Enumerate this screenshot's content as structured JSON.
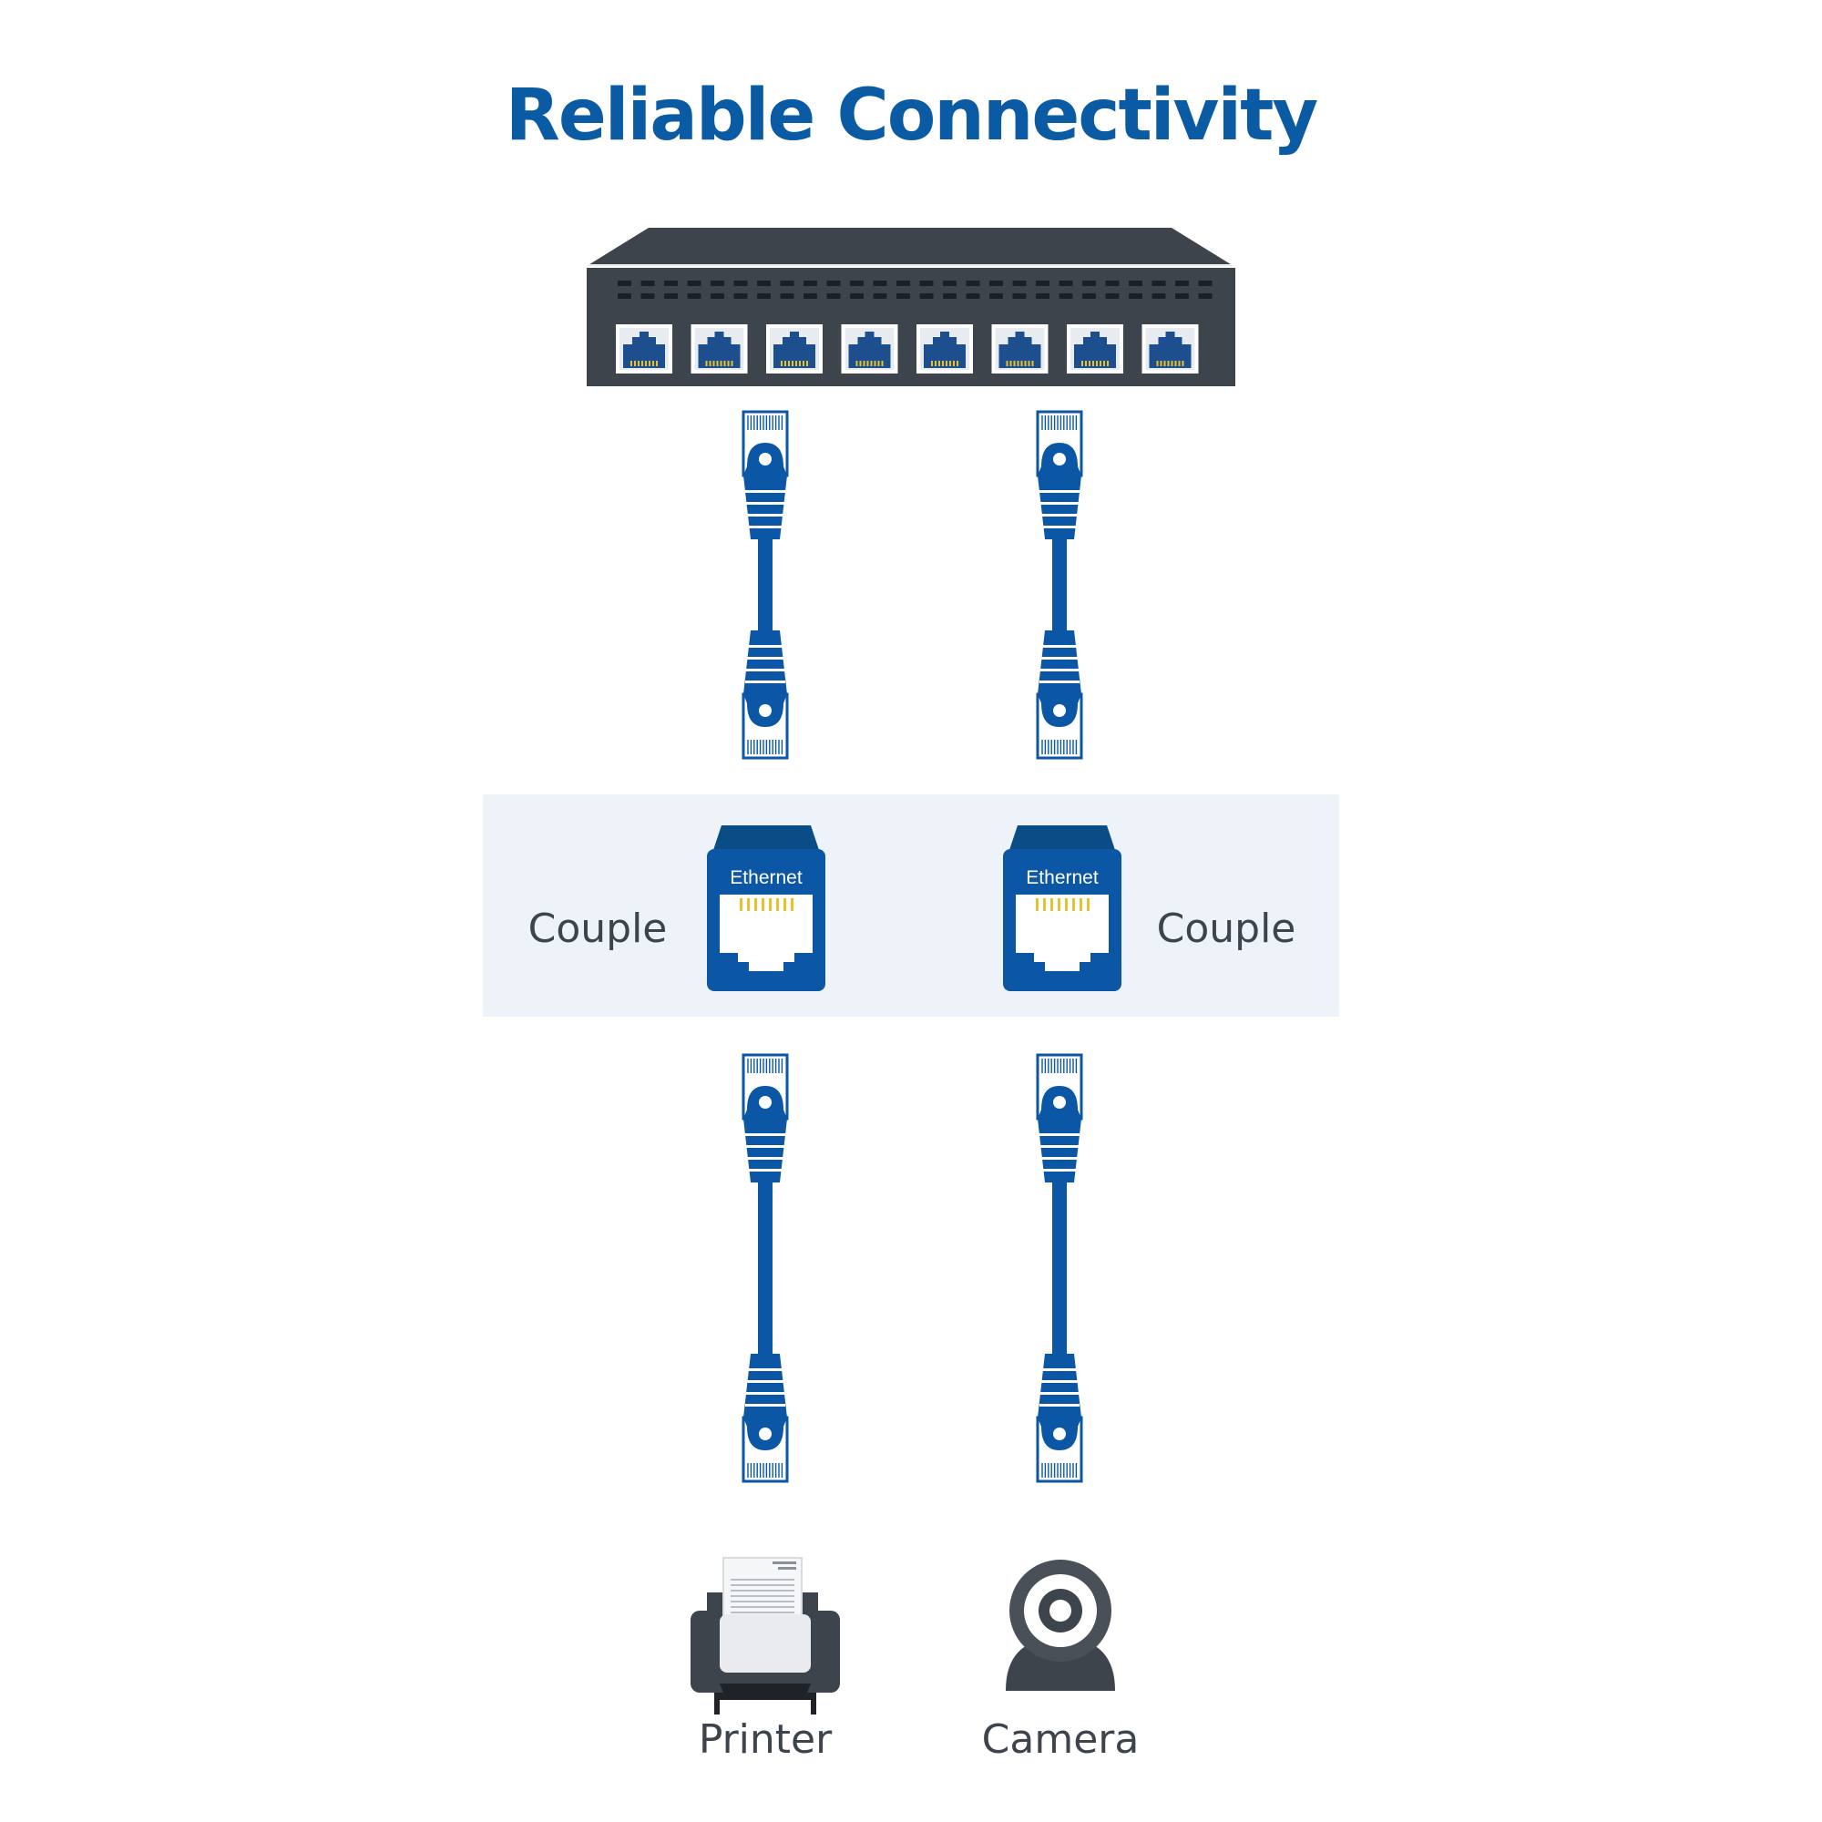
{
  "title": "Reliable Connectivity",
  "couplers": [
    {
      "label": "Couple",
      "tag": "Ethernet"
    },
    {
      "label": "Couple",
      "tag": "Ethernet"
    }
  ],
  "devices": [
    {
      "label": "Printer",
      "icon": "printer-icon"
    },
    {
      "label": "Camera",
      "icon": "camera-icon"
    }
  ],
  "switch": {
    "port_count": 8,
    "icon": "network-switch-icon"
  },
  "colors": {
    "title": "#0a5aa4",
    "cable": "#0b57a6",
    "switch_body": "#3e444c",
    "coupler_panel": "#edf3f8",
    "label_text": "#3e444c",
    "contact_gold": "#e8c12e"
  }
}
